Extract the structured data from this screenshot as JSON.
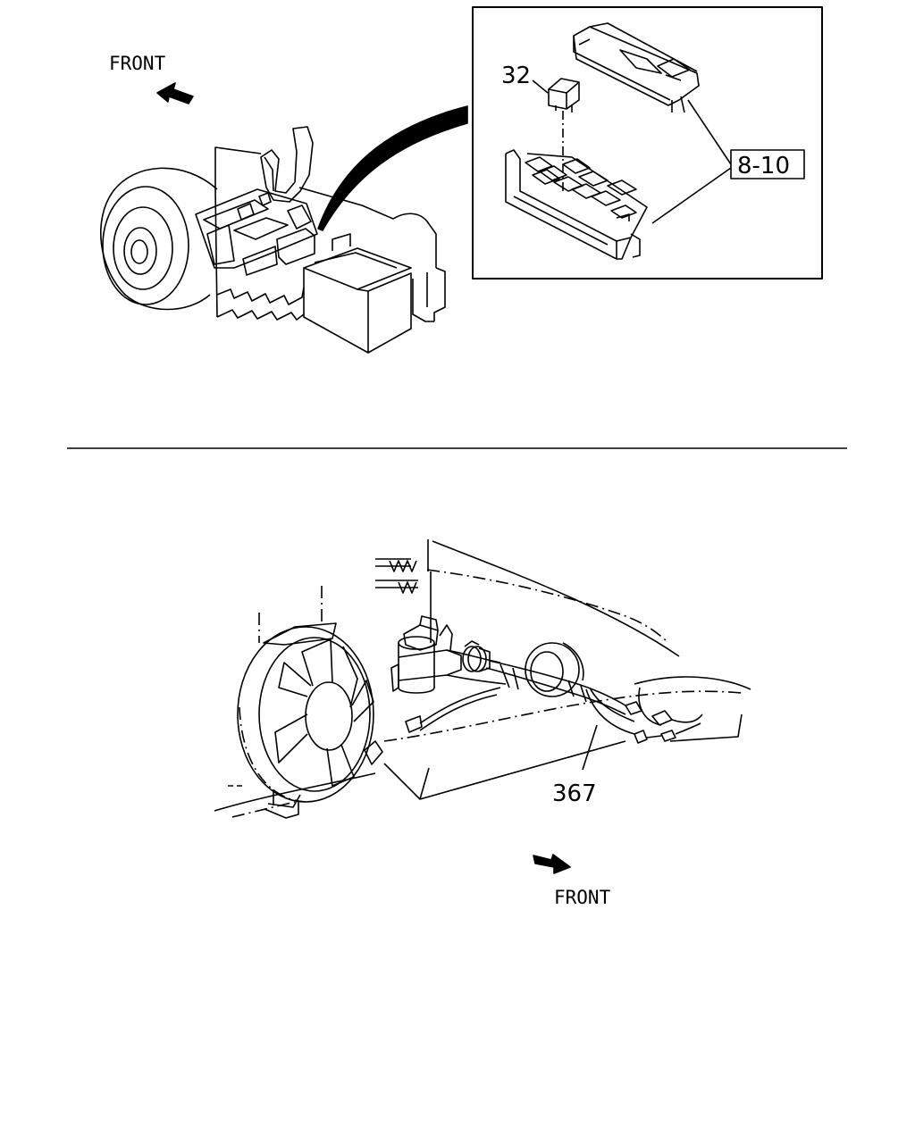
{
  "top_view": {
    "front_label": "FRONT",
    "inset": {
      "relay_callout": "32",
      "relay_box_callout": "8-10"
    }
  },
  "bottom_view": {
    "harness_callout": "367",
    "front_label": "FRONT"
  }
}
